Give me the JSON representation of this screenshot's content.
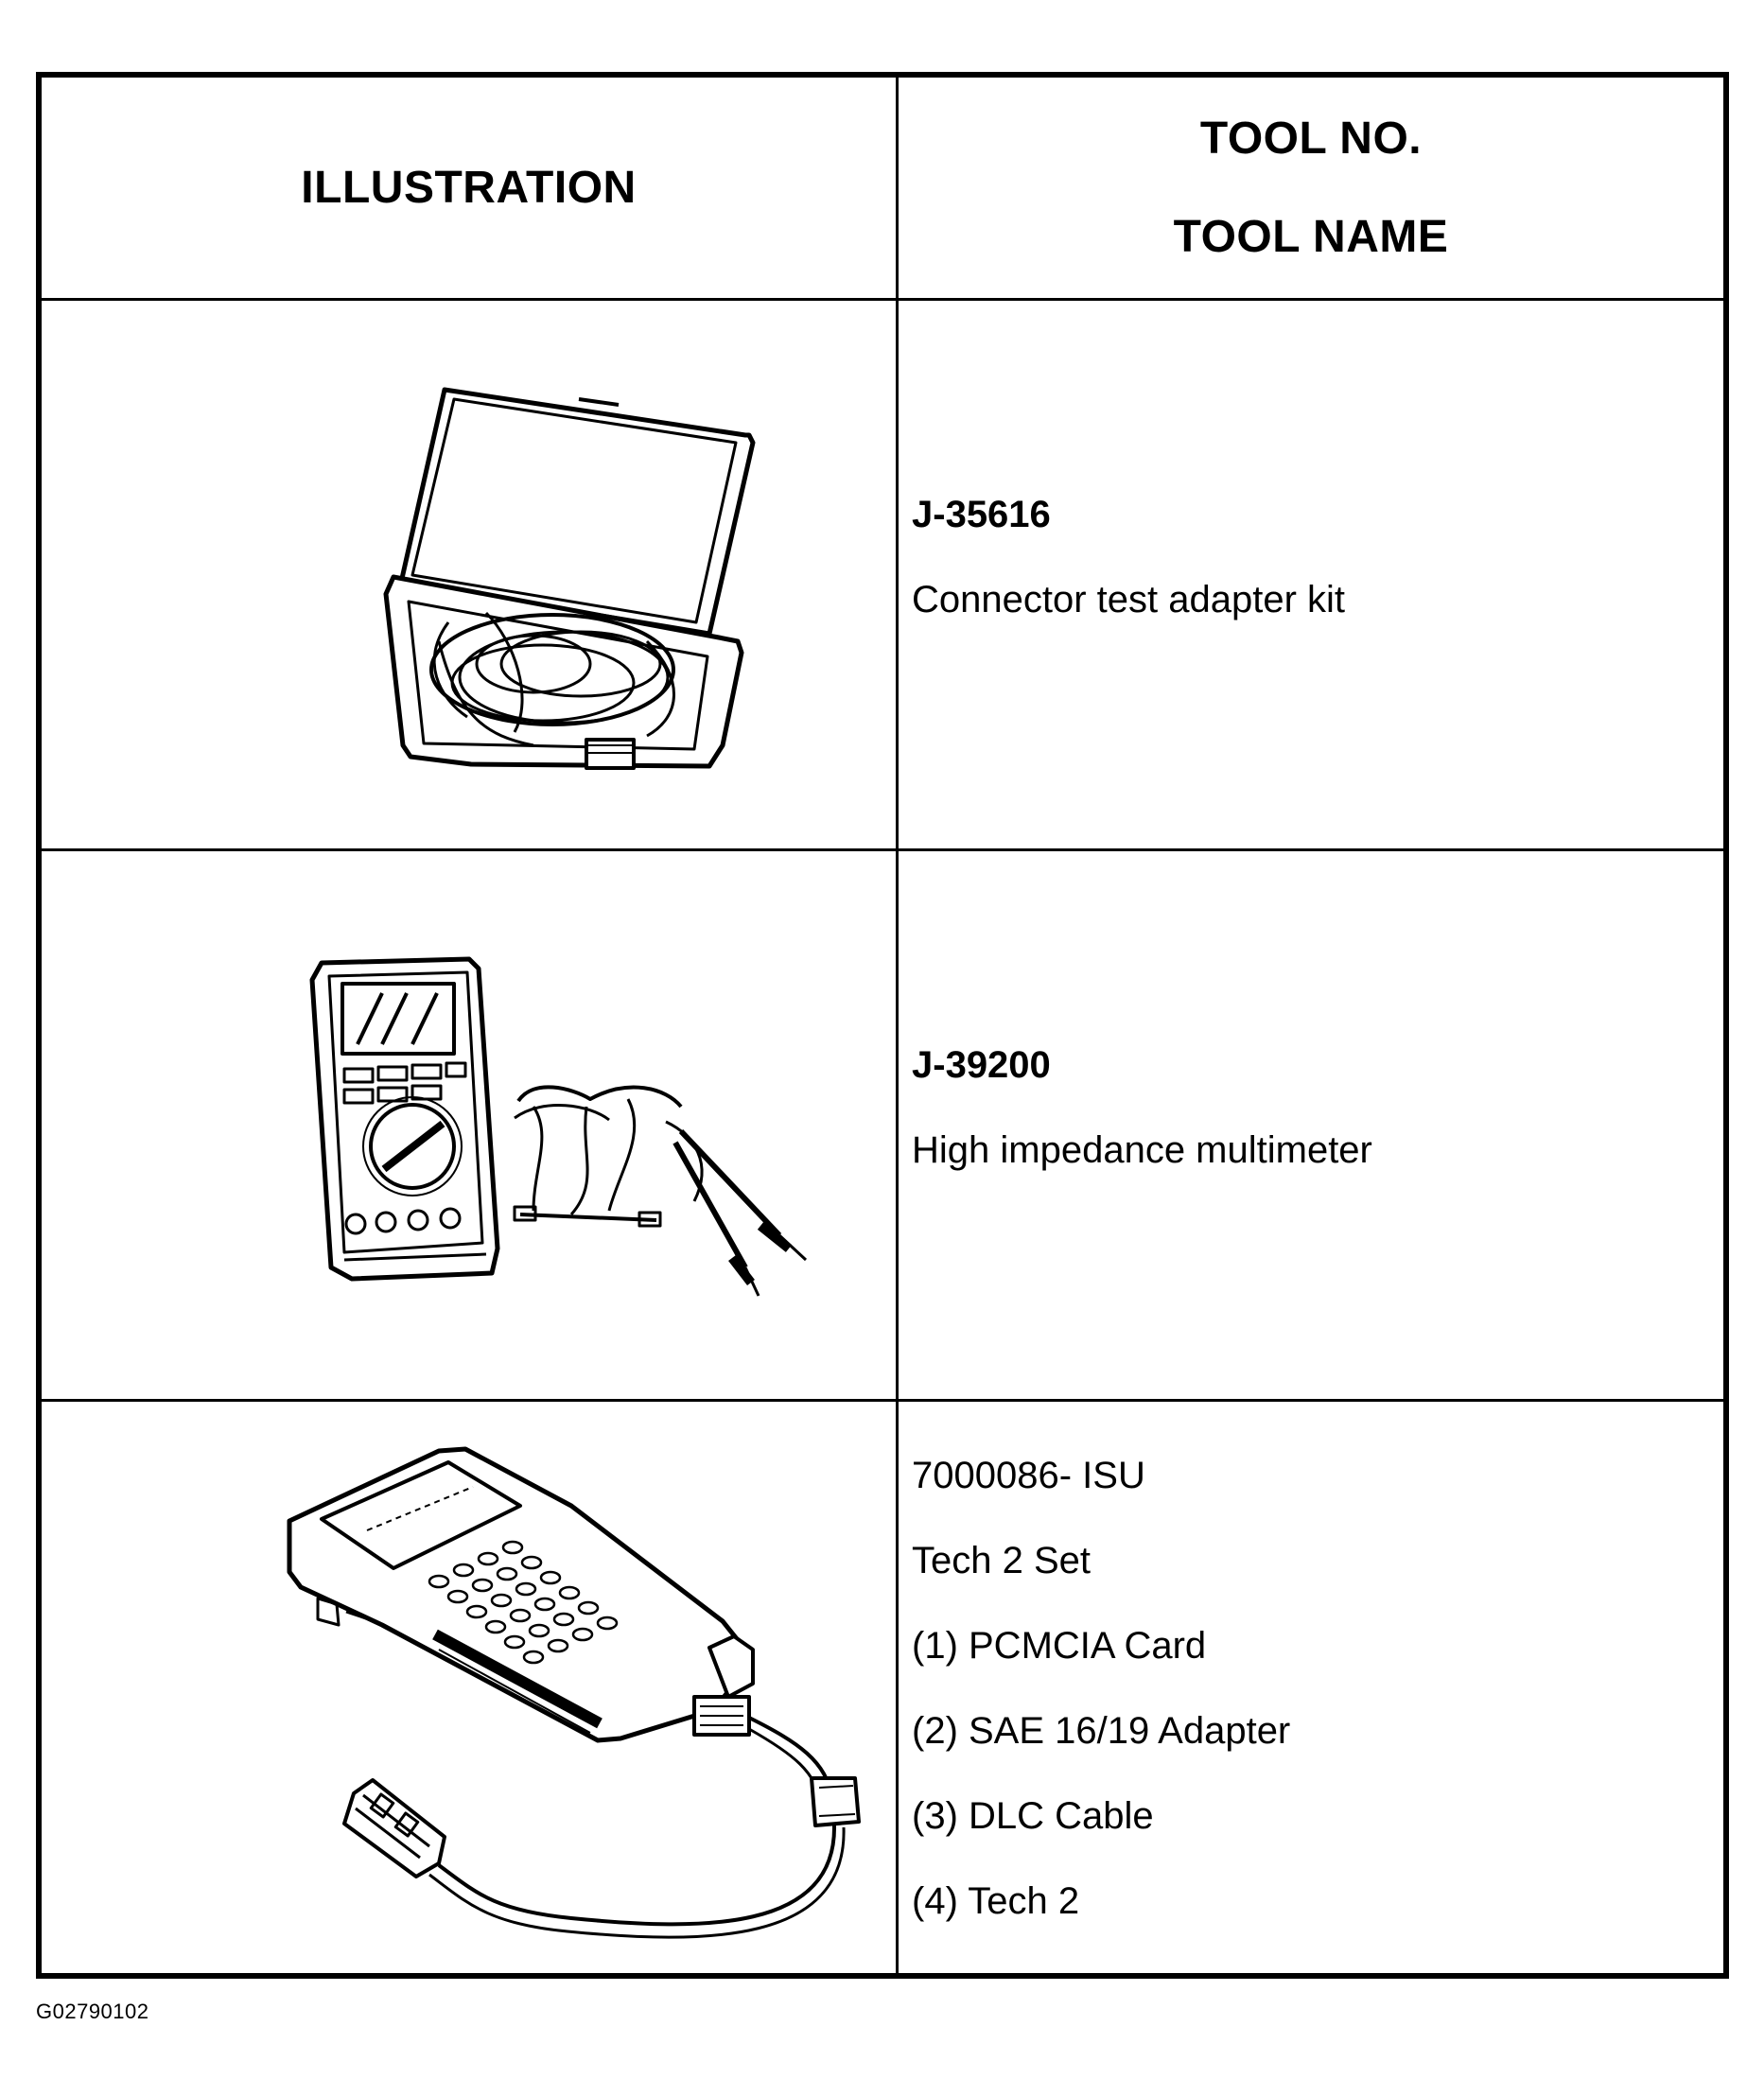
{
  "header": {
    "illustration": "ILLUSTRATION",
    "tool_no": "TOOL NO.",
    "tool_name": "TOOL NAME"
  },
  "rows": [
    {
      "tool_no": "J-35616",
      "tool_name": "Connector test adapter kit",
      "illustration_icon": "connector-test-adapter-kit-drawing"
    },
    {
      "tool_no": "J-39200",
      "tool_name": "High impedance multimeter",
      "illustration_icon": "multimeter-drawing"
    },
    {
      "tool_no": "7000086- ISU",
      "tool_name": "Tech 2 Set",
      "items": [
        "(1) PCMCIA Card",
        "(2) SAE 16/19 Adapter",
        "(3) DLC Cable",
        "(4) Tech 2"
      ],
      "illustration_icon": "tech2-scan-tool-drawing"
    }
  ],
  "footer": {
    "figure_code": "G02790102"
  }
}
